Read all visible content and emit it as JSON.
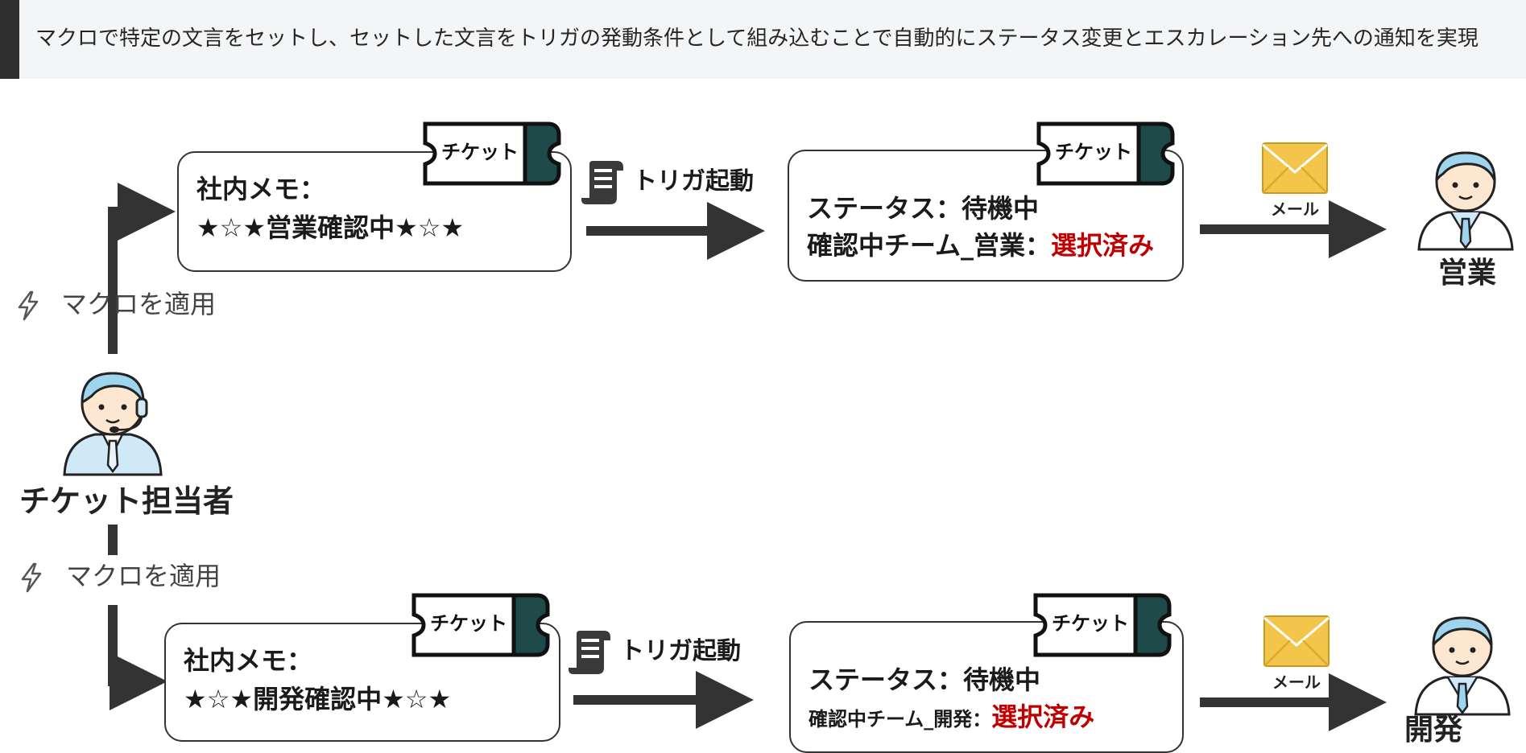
{
  "banner": {
    "text": "マクロで特定の文言をセットし、セットした文言をトリガの発動条件として組み込むことで自動的にステータス変更とエスカレーション先への通知を実現"
  },
  "agent": {
    "label": "チケット担当者"
  },
  "macro": {
    "label": "マクロを適用"
  },
  "flows": [
    {
      "memo": {
        "ticket": "チケット",
        "line1": "社内メモ：",
        "line2": "★☆★営業確認中★☆★"
      },
      "trigger": {
        "label": "トリガ起動"
      },
      "status": {
        "ticket": "チケット",
        "line1": "ステータス：待機中",
        "line2_prefix": "確認中チーム_営業：",
        "line2_value": "選択済み"
      },
      "mail": {
        "label": "メール"
      },
      "recipient": {
        "label": "営業"
      }
    },
    {
      "memo": {
        "ticket": "チケット",
        "line1": "社内メモ：",
        "line2": "★☆★開発確認中★☆★"
      },
      "trigger": {
        "label": "トリガ起動"
      },
      "status": {
        "ticket": "チケット",
        "line1": "ステータス：待機中",
        "line2_prefix": "確認中チーム_開発：",
        "line2_value": "選択済み"
      },
      "mail": {
        "label": "メール"
      },
      "recipient": {
        "label": "開発"
      }
    }
  ],
  "colors": {
    "dark": "#333333",
    "ticket_stub": "#1f4a4a",
    "selected": "#c00000",
    "skin": "#fde7d1",
    "hair": "#9fd4ee",
    "envelope": "#f3c64b"
  }
}
